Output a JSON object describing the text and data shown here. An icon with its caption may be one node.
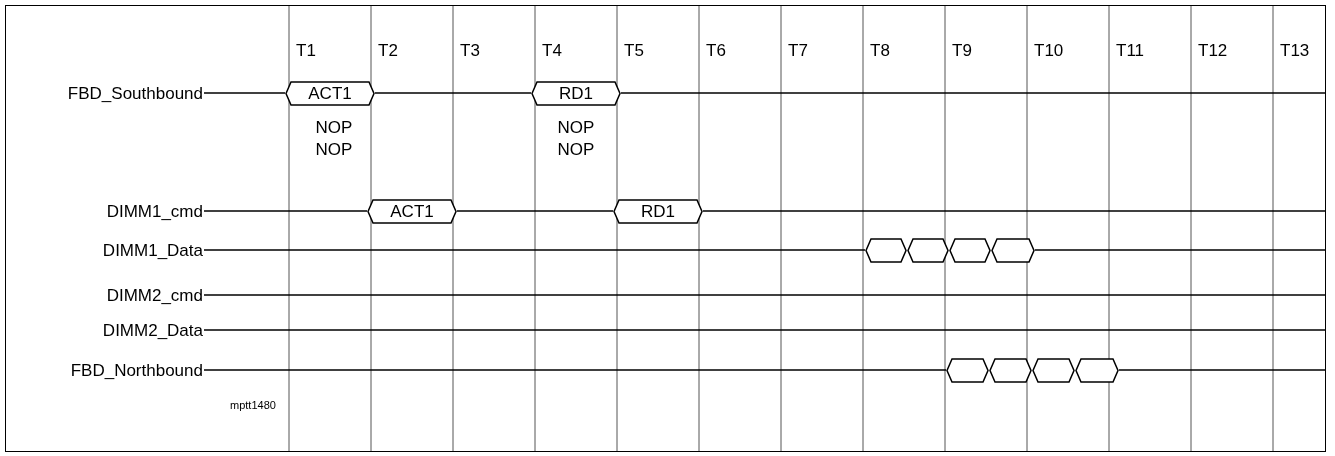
{
  "diagram": {
    "nodes": [
      {
        "text": [
          "FBD_Southbound"
        ]
      },
      {
        "text": [
          "ACT1"
        ]
      },
      {
        "text": [
          "RD1"
        ]
      },
      {
        "text": [
          "DIMM1_cmd"
        ]
      },
      {
        "text": [
          "ACT1"
        ]
      },
      {
        "text": [
          "RD1"
        ]
      },
      {
        "text": [
          "DIMM1_Data"
        ]
      },
      {
        "text": [],
        "shape": "hexagon"
      },
      {
        "text": [],
        "shape": "hexagon"
      },
      {
        "text": [],
        "shape": "hexagon"
      },
      {
        "text": [],
        "shape": "hexagon"
      },
      {
        "text": [
          "DIMM2_cmd"
        ]
      },
      {
        "text": [
          "DIMM2_Data"
        ]
      },
      {
        "text": [
          "FBD_Northbound"
        ]
      },
      {
        "text": [],
        "shape": "hexagon"
      },
      {
        "text": [],
        "shape": "hexagon"
      },
      {
        "text": [],
        "shape": "hexagon"
      },
      {
        "text": [],
        "shape": "hexagon"
      }
    ],
    "edges": [
      {
        "from": 0,
        "to": 1,
        "arrow": "none"
      },
      {
        "from": 1,
        "to": 2,
        "arrow": "none"
      },
      {
        "from": 2,
        "to": null,
        "arrow": "none"
      },
      {
        "from": 3,
        "to": 4,
        "arrow": "none"
      },
      {
        "from": 4,
        "to": 5,
        "arrow": "none"
      },
      {
        "from": 5,
        "to": null,
        "arrow": "none"
      },
      {
        "from": 6,
        "to": 7,
        "arrow": "none"
      },
      {
        "from": 10,
        "to": null,
        "arrow": "none"
      },
      {
        "from": 11,
        "to": null,
        "arrow": "none"
      },
      {
        "from": 12,
        "to": null,
        "arrow": "none"
      },
      {
        "from": 13,
        "to": 14,
        "arrow": "none"
      },
      {
        "from": 17,
        "to": null,
        "arrow": "none"
      }
    ],
    "labels": [
      "T1",
      "T2",
      "T3",
      "T4",
      "T5",
      "T6",
      "T7",
      "T8",
      "T9",
      "T10",
      "T11",
      "T12",
      "T13",
      "NOP",
      "NOP",
      "NOP",
      "NOP",
      "mptt1480"
    ]
  }
}
